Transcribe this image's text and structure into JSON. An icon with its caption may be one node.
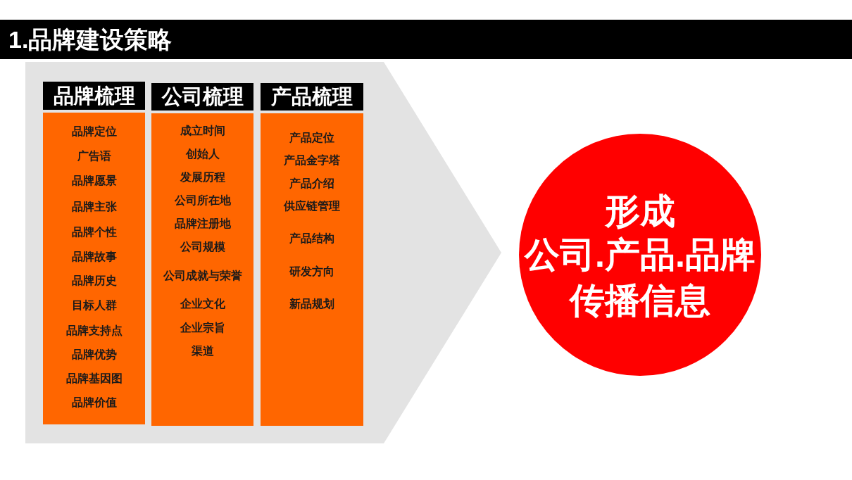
{
  "diagram": {
    "title": "1.品牌建设策略",
    "nodes": [
      {
        "text": [],
        "shape": "arrow"
      },
      {
        "text": [
          "品牌梳理"
        ],
        "in": 0
      },
      {
        "text": [
          "品牌定位",
          "广告语",
          "品牌愿景",
          "品牌主张",
          "品牌个性",
          "品牌故事",
          "品牌历史",
          "目标人群",
          "品牌支持点",
          "品牌优势",
          "品牌基因图",
          "品牌价值"
        ],
        "in": 0
      },
      {
        "text": [
          "公司梳理"
        ],
        "in": 0
      },
      {
        "text": [
          "成立时间",
          "创始人",
          "发展历程",
          "公司所在地",
          "品牌注册地",
          "公司规模",
          "公司成就与荣誉",
          "企业文化",
          "企业宗旨",
          "渠道"
        ],
        "in": 0
      },
      {
        "text": [
          "产品梳理"
        ],
        "in": 0
      },
      {
        "text": [
          "产品定位",
          "产品金字塔",
          "产品介绍",
          "供应链管理",
          "产品结构",
          "研发方向",
          "新品规划"
        ],
        "in": 0
      },
      {
        "text": [
          "形成",
          "公司.产品.品牌",
          "传播信息"
        ]
      }
    ]
  }
}
